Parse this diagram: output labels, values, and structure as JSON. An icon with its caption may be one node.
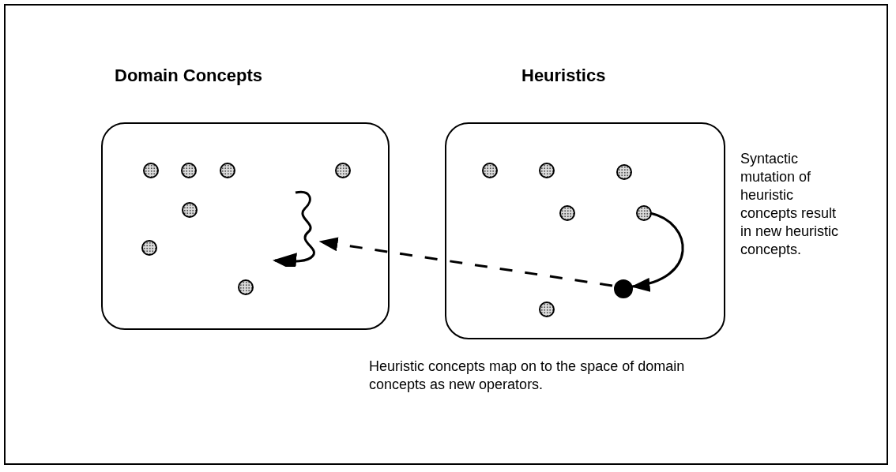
{
  "diagram": {
    "nodes": [
      {
        "text": [
          "Domain Concepts"
        ]
      },
      {
        "text": [],
        "shape": "circle",
        "in": 0
      },
      {
        "text": [],
        "shape": "circle",
        "in": 0
      },
      {
        "text": [],
        "shape": "circle",
        "in": 0
      },
      {
        "text": [],
        "shape": "circle",
        "in": 0
      },
      {
        "text": [],
        "shape": "circle",
        "in": 0
      },
      {
        "text": [],
        "shape": "circle",
        "in": 0
      },
      {
        "text": [],
        "shape": "circle",
        "in": 0
      },
      {
        "text": [],
        "shape": "picture",
        "in": 0
      },
      {
        "text": [
          "Heuristics"
        ]
      },
      {
        "text": [],
        "shape": "circle",
        "in": 9
      },
      {
        "text": [],
        "shape": "circle",
        "in": 9
      },
      {
        "text": [],
        "shape": "circle",
        "in": 9
      },
      {
        "text": [],
        "shape": "circle",
        "in": 9
      },
      {
        "text": [],
        "shape": "circle",
        "in": 9
      },
      {
        "text": [],
        "shape": "circle",
        "in": 9
      },
      {
        "text": [],
        "shape": "circle",
        "in": 9
      }
    ],
    "edges": [
      {
        "from": 14,
        "to": 15,
        "arrow": "to"
      },
      {
        "from": 15,
        "to": 8,
        "arrow": "to",
        "style": "dashed"
      }
    ],
    "labels": [
      "Syntactic mutation of heuristic concepts result in new heuristic concepts.",
      "Heuristic concepts map on to the space of domain concepts as new operators."
    ]
  }
}
